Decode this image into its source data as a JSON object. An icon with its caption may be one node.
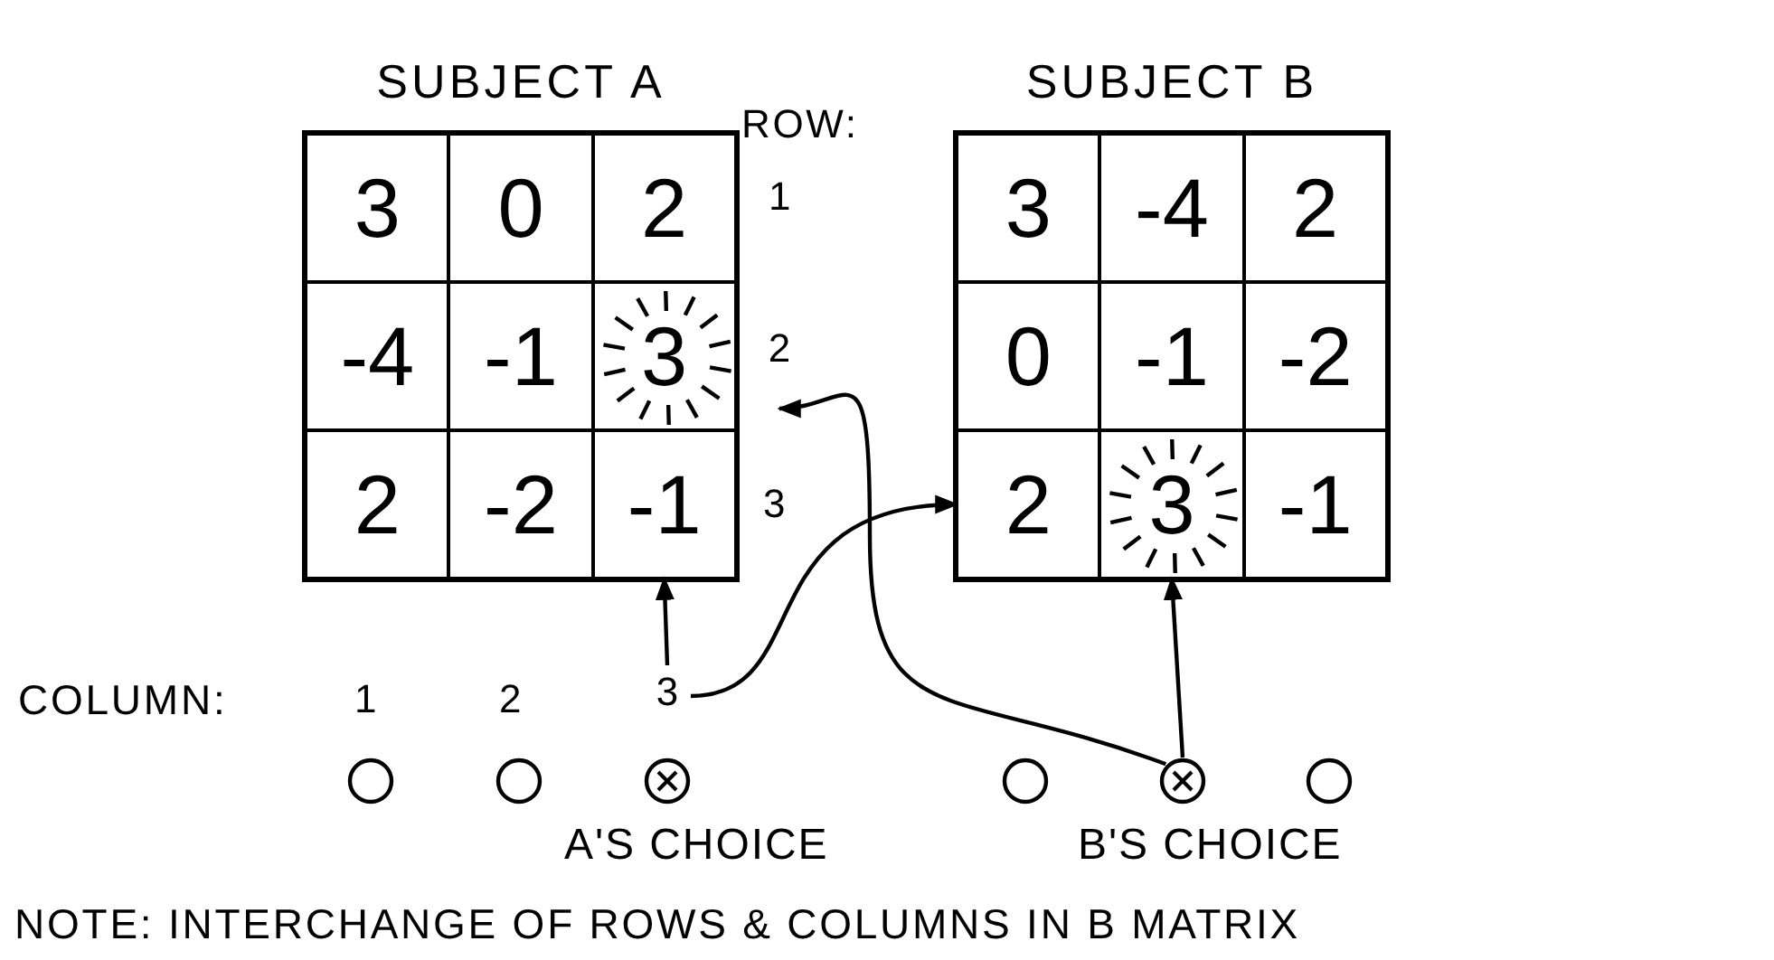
{
  "diagram": {
    "nodes": [
      {
        "text": [
          "SUBJECT A"
        ]
      },
      {
        "text": [
          "3"
        ],
        "in": 0
      },
      {
        "text": [
          "0"
        ],
        "in": 0
      },
      {
        "text": [
          "2"
        ],
        "in": 0
      },
      {
        "text": [
          "-4"
        ],
        "in": 0
      },
      {
        "text": [
          "-1"
        ],
        "in": 0
      },
      {
        "text": [
          "3"
        ],
        "in": 0
      },
      {
        "text": [
          "2"
        ],
        "in": 0
      },
      {
        "text": [
          "-2"
        ],
        "in": 0
      },
      {
        "text": [
          "-1"
        ],
        "in": 0
      },
      {
        "text": [
          "SUBJECT B"
        ]
      },
      {
        "text": [
          "3"
        ],
        "in": 10
      },
      {
        "text": [
          "-4"
        ],
        "in": 10
      },
      {
        "text": [
          "2"
        ],
        "in": 10
      },
      {
        "text": [
          "0"
        ],
        "in": 10
      },
      {
        "text": [
          "-1"
        ],
        "in": 10
      },
      {
        "text": [
          "-2"
        ],
        "in": 10
      },
      {
        "text": [
          "2"
        ],
        "in": 10
      },
      {
        "text": [
          "3"
        ],
        "in": 10
      },
      {
        "text": [
          "-1"
        ],
        "in": 10
      },
      {
        "text": [
          "3"
        ]
      },
      {
        "text": [
          "2"
        ]
      },
      {
        "text": [],
        "shape": "circle"
      },
      {
        "text": [],
        "shape": "circle"
      },
      {
        "text": [],
        "shape": "crossed-circle",
        "beside": [
          "A'S CHOICE"
        ]
      },
      {
        "text": [],
        "shape": "circle"
      },
      {
        "text": [],
        "shape": "crossed-circle",
        "beside": [
          "B'S CHOICE"
        ]
      },
      {
        "text": [],
        "shape": "circle"
      }
    ],
    "edges": [
      {
        "from": 20,
        "to": 9,
        "arrow": "to"
      },
      {
        "from": 20,
        "to": 17,
        "arrow": "to"
      },
      {
        "from": 26,
        "to": 18,
        "arrow": "to"
      },
      {
        "from": 26,
        "to": 21,
        "arrow": "to"
      }
    ],
    "labels": [
      "ROW:",
      "1",
      "3",
      "COLUMN:",
      "1",
      "2",
      "NOTE: INTERCHANGE OF ROWS & COLUMNS IN B MATRIX"
    ]
  }
}
